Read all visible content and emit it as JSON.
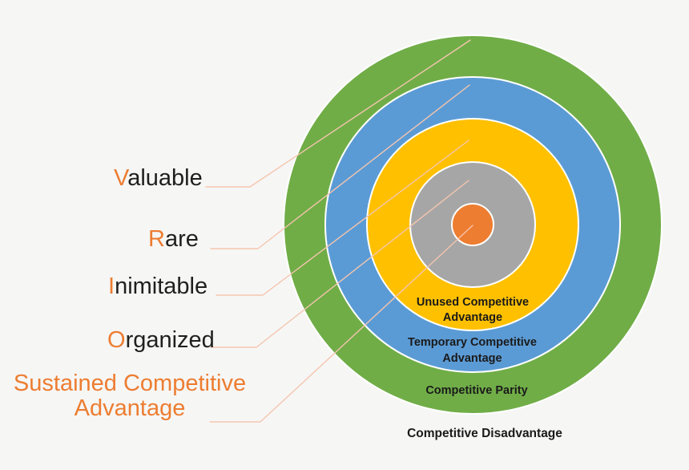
{
  "colors": {
    "background": "#f6f6f5",
    "leader_line": "#f5c5ae",
    "accent_orange": "#ED7D31",
    "ring_outline": "#ffffff",
    "text_dark": "#1f1f1f"
  },
  "circles": [
    {
      "ring": "green-outer",
      "color": "#70AD47",
      "label": "Competitive Parity"
    },
    {
      "ring": "blue",
      "color": "#5B9BD5",
      "label": "Temporary Competitive Advantage"
    },
    {
      "ring": "yellow",
      "color": "#FFC000",
      "label": "Unused Competitive Advantage"
    },
    {
      "ring": "gray",
      "color": "#A6A6A6",
      "label": ""
    },
    {
      "ring": "orange-center",
      "color": "#ED7D31",
      "label": ""
    }
  ],
  "outside_label": "Competitive Disadvantage",
  "vrio": [
    {
      "initial": "V",
      "rest": "aluable"
    },
    {
      "initial": "R",
      "rest": "are"
    },
    {
      "initial": "I",
      "rest": "nimitable"
    },
    {
      "initial": "O",
      "rest": "rganized"
    }
  ],
  "sustained_label": "Sustained Competitive Advantage"
}
